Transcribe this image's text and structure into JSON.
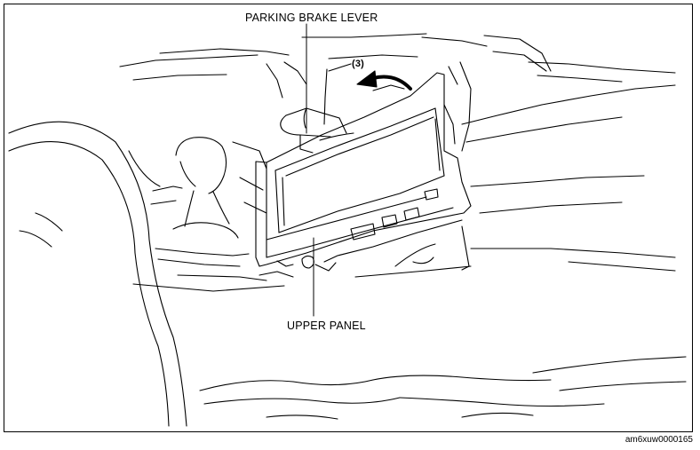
{
  "labels": {
    "parking_brake_lever": "PARKING BRAKE LEVER",
    "upper_panel": "UPPER PANEL",
    "step": "(3)"
  },
  "figure_code": "am6xuw0000165",
  "colors": {
    "line": "#000000",
    "background": "#ffffff"
  }
}
